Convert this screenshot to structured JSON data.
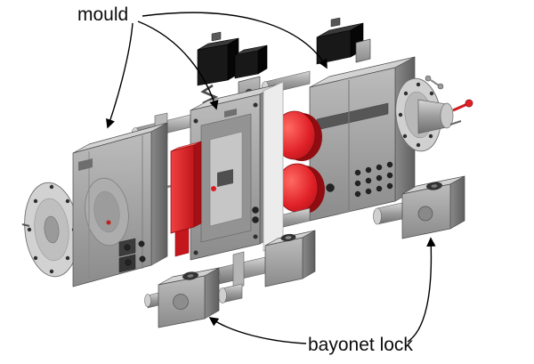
{
  "diagram": {
    "labels": {
      "mould": "mould",
      "bayonet_lock": "bayonet lock"
    },
    "colors": {
      "background": "#ffffff",
      "metal_light": "#d8d8d8",
      "metal_mid": "#a6a6a6",
      "metal_dark": "#666666",
      "highlight_red": "#e02128",
      "component_black": "#151515",
      "annotation_line": "#000000"
    },
    "parts": [
      {
        "id": "left-clamp-flange",
        "highlighted": false
      },
      {
        "id": "left-mould-plate",
        "highlighted": false
      },
      {
        "id": "red-slide-insert",
        "highlighted": true
      },
      {
        "id": "centre-mould-plate",
        "highlighted": false
      },
      {
        "id": "red-cam-discs",
        "highlighted": true
      },
      {
        "id": "right-mould-block",
        "highlighted": false
      },
      {
        "id": "right-clamp-flange",
        "highlighted": false
      },
      {
        "id": "bayonet-lock-block-front-left",
        "highlighted": false
      },
      {
        "id": "bayonet-lock-block-centre",
        "highlighted": false
      },
      {
        "id": "bayonet-lock-block-right",
        "highlighted": false
      }
    ]
  }
}
